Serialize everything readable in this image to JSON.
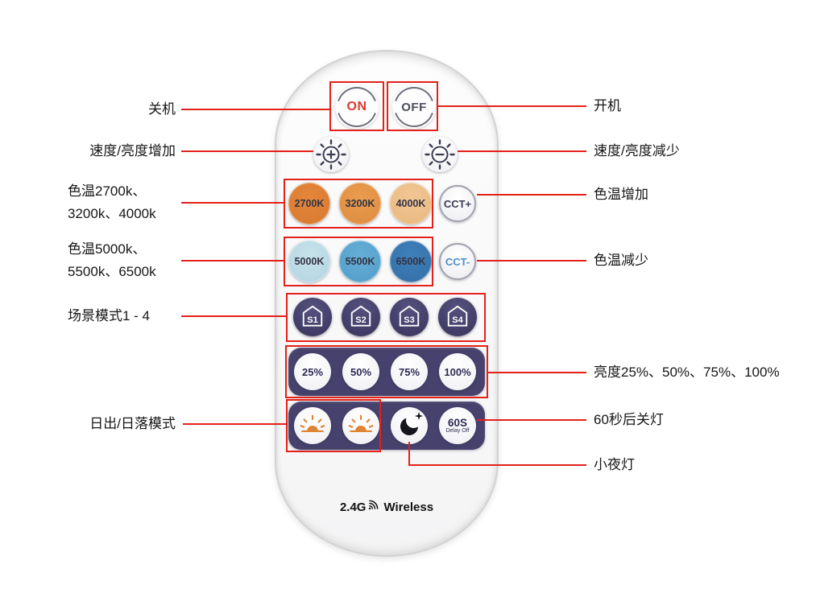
{
  "remote": {
    "power": {
      "on": "ON",
      "off": "OFF"
    },
    "cct_warm": [
      "2700K",
      "3200K",
      "4000K"
    ],
    "cct_cool": [
      "5000K",
      "5500K",
      "6500K"
    ],
    "cct_plus": "CCT+",
    "cct_minus": "CCT-",
    "scenes": [
      "S1",
      "S2",
      "S3",
      "S4"
    ],
    "brightness": [
      "25%",
      "50%",
      "75%",
      "100%"
    ],
    "delay": {
      "label": "60S",
      "sub": "Delay Off"
    },
    "brand": {
      "g": "2.4G",
      "wireless": "Wireless"
    }
  },
  "annotations": {
    "left": {
      "power_off": "关机",
      "speed_up": "速度/亮度增加",
      "cct_warm_1": "色温2700k、",
      "cct_warm_2": "3200k、4000k",
      "cct_cool_1": "色温5000k、",
      "cct_cool_2": "5500k、6500k",
      "scene": "场景模式1 - 4",
      "sunrise": "日出/日落模式"
    },
    "right": {
      "power_on": "开机",
      "speed_down": "速度/亮度减少",
      "cct_up": "色温增加",
      "cct_down": "色温减少",
      "brightness": "亮度25%、50%、75%、100%",
      "delay": "60秒后关灯",
      "night": "小夜灯"
    }
  },
  "colors": {
    "annotation_red": "#e32119",
    "panel_navy": "#46426d",
    "scene_navy": "#403c66",
    "on_red": "#d93a2f",
    "cct_minus_blue": "#4b8fc9",
    "sun_orange": "#df8434",
    "warm_2700": "#e4873b",
    "warm_3200": "#e99c50",
    "warm_4000": "#f2c795",
    "cool_5000": "#c8e2ea",
    "cool_5500": "#66aed6",
    "cool_6500": "#3f80ba"
  }
}
